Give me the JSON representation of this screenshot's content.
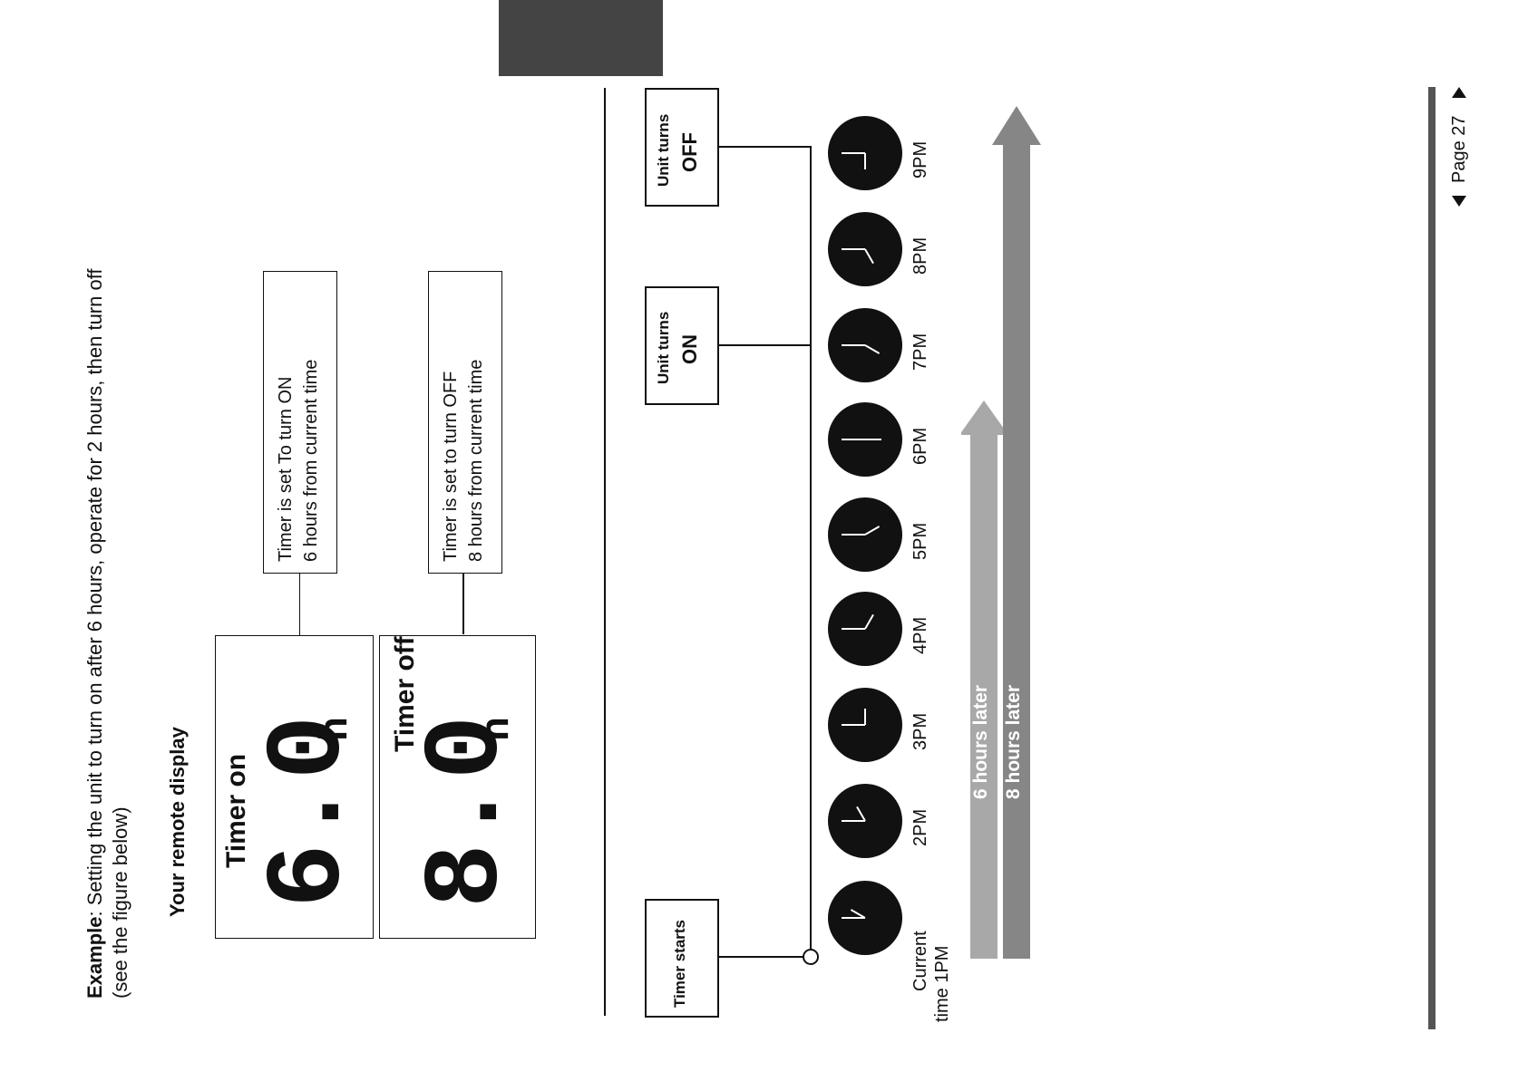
{
  "example": {
    "bold_label": "Example",
    "line1_rest": ": Setting the unit to turn on after 6 hours, operate for 2 hours, then turn off",
    "line2": "(see the figure below)"
  },
  "remote_display": {
    "title": "Your remote display",
    "timer_on": {
      "label": "Timer on",
      "value": "6.0",
      "unit": "h"
    },
    "timer_off": {
      "label": "Timer off",
      "value": "8.0",
      "unit": "h"
    }
  },
  "callouts": {
    "on": {
      "line1": "Timer is set To turn ON",
      "line2": "6 hours from current time"
    },
    "off": {
      "line1": "Timer is set to turn OFF",
      "line2": "8 hours from current time"
    }
  },
  "events": {
    "start": "Timer starts",
    "on_line1": "Unit turns",
    "on_line2": "ON",
    "off_line1": "Unit turns",
    "off_line2": "OFF"
  },
  "timeline": {
    "current_line1": "Current",
    "current_line2": "time 1PM",
    "times": [
      "2PM",
      "3PM",
      "4PM",
      "5PM",
      "6PM",
      "7PM",
      "8PM",
      "9PM"
    ]
  },
  "arrows": {
    "six": "6 hours later",
    "eight": "8 hours later",
    "six_color": "#a8a8a8",
    "eight_color": "#868686"
  },
  "footer": {
    "page": "Page 27"
  }
}
